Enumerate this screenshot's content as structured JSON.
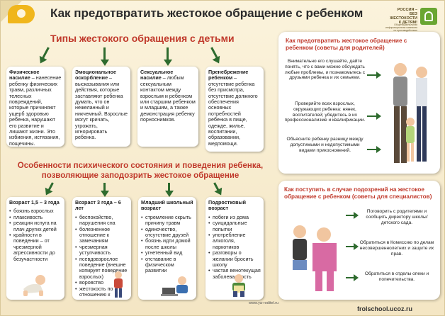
{
  "header": {
    "title": "Как предотвратить жестокое обращение с ребенком",
    "org_line1": "РОССИЯ –",
    "org_line2": "БЕЗ ЖЕСТОКОСТИ",
    "org_line3": "К ДЕТЯМ!",
    "org_sub": "Общенациональная информационная кампания по противодействию жестокому обращению с детьми"
  },
  "section_types": {
    "title": "Типы жестокого обращения с детьми",
    "cards": [
      {
        "head": "Физическое насилие",
        "text": " – нанесение ребенку физических травм, различных телесных повреждений, которые причиняют ущерб здоровью ребенка, нарушают его развитие и лишают жизни. Это избиения, истязания, пощечины."
      },
      {
        "head": "Эмоциональное оскорбление",
        "text": " – высказывания или действия, которые заставляют ребенка думать, что он нежеланный и никчемный. Взрослые могут кричать, угрожать, игнорировать ребенка."
      },
      {
        "head": "Сексуальное насилие",
        "text": " – любым сексуальным контактом между взрослым и ребенком или старшим ребенком и младшим, а также демонстрация ребенку порноснимков."
      },
      {
        "head": "Пренебрежение ребенком",
        "text": " – отсутствие ребенка без присмотра, отсутствие должного обеспечения основных потребностей ребенка в пище, одежде, жилье, воспитании, образовании, медпомощи."
      }
    ]
  },
  "section_signs": {
    "title_line1": "Особенности психического состояния и поведения ребенка,",
    "title_line2": "позволяющие заподозрить жестокое обращение",
    "cards": [
      {
        "head": "Возраст 1,5 – 3 года",
        "items": [
          "боязнь взрослых",
          "плаксивость",
          "реакция испуга на плач других детей",
          "крайности в поведении – от чрезмерной агрессивности до безучастности"
        ]
      },
      {
        "head": "Возраст 3 года – 6 лет",
        "items": [
          "беспокойство, нарушения сна",
          "болезненное отношение к замечаниям",
          "чрезмерная уступчивость",
          "псевдовзрослое поведение (внешне копирует поведение взрослых)",
          "воровство",
          "жестокость по отношению к животным"
        ]
      },
      {
        "head": "Младший школьный возраст",
        "items": [
          "стремление скрыть причину травм",
          "одиночество, отсутствие друзей",
          "боязнь идти домой после школы",
          "угнетенный вид",
          "отставание в физическом развитии"
        ]
      },
      {
        "head": "Подростковый возраст",
        "items": [
          "побеги из дома",
          "суицидальные попытки",
          "употребление алкоголя, наркотиков",
          "разговоры о желании бросить школу",
          "частая венотекущая заболеваемость"
        ]
      }
    ]
  },
  "parents": {
    "title": "Как предотвратить жестокое обращение с ребенком (советы для родителей)",
    "tips": [
      "Внимательно его слушайте, дайте понять, что с вами можно обсуждать любые проблемы, и познакомьтесь с друзьями ребенка и их семьями.",
      "Проверяйте всех взрослых, окружающих ребенка: нянек, воспитателей; убедитесь в их профессионализме и квалификации.",
      "Объясните ребенку разницу между допустимыми и недопустимыми видами прикосновений."
    ]
  },
  "specialists": {
    "title": "Как поступить в случае подозрений на жестокое обращение с ребенком (советы для специалистов)",
    "tips": [
      "Поговорить с родителями и сообщить директору школы/детского сада.",
      "Обратиться в Комиссию по делам несовершеннолетних и защите их прав.",
      "Обратиться в отделы опеки и попечительства."
    ]
  },
  "footer": {
    "site": "www.ya-roditel.ru",
    "watermark": "frolschool.ucoz.ru"
  }
}
